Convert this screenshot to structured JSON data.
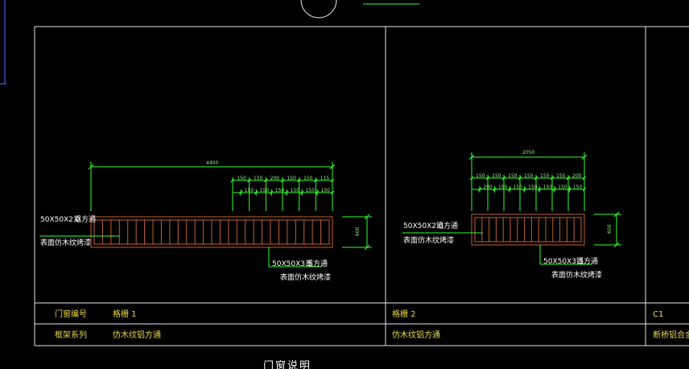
{
  "colors": {
    "background": "#000000",
    "border": "#e6e6e6",
    "dimension": "#33ff33",
    "frame": "#c0603a",
    "label_yellow": "#e8d84a",
    "label_green": "#8ff07a"
  },
  "table": {
    "row1_header": "门窗编号",
    "row2_header": "框架系列"
  },
  "panels": [
    {
      "id": "lattice-1",
      "code": "格栅 1",
      "series": "仿木纹铝方通",
      "overall_dim": "4400",
      "dims_top": [
        "150",
        "150",
        "200",
        "150",
        "150",
        "115"
      ],
      "dims_bottom": [
        "150",
        "150",
        "150",
        "150",
        "150",
        "150"
      ],
      "height_dim": "600",
      "callout_left_spec": "50X50X2.0",
      "callout_left_name": "铝方通",
      "callout_left_finish": "表面仿木纹烤漆",
      "callout_bottom_spec": "50X50X3.5",
      "callout_bottom_name": "铝方通",
      "callout_bottom_finish": "表面仿木纹烤漆",
      "slat_count": 27
    },
    {
      "id": "lattice-2",
      "code": "格栅 2",
      "series": "仿木纹铝方通",
      "overall_dim": "2050",
      "dims_top": [
        "150",
        "150",
        "150",
        "150",
        "150",
        "150",
        "200"
      ],
      "dims_bottom": [
        "200",
        "150",
        "150",
        "150",
        "150",
        "150",
        "150"
      ],
      "height_dim": "600",
      "callout_left_spec": "50X50X2.0",
      "callout_left_name": "铝方通",
      "callout_left_finish": "表面仿木纹烤漆",
      "callout_bottom_spec": "50X50X3.5",
      "callout_bottom_name": "铝方通",
      "callout_bottom_finish": "表面仿木纹烤漆",
      "slat_count": 14
    },
    {
      "id": "window-c1",
      "code": "C1",
      "series": "断桥铝合金"
    }
  ],
  "sheet_title": "门窗说明"
}
